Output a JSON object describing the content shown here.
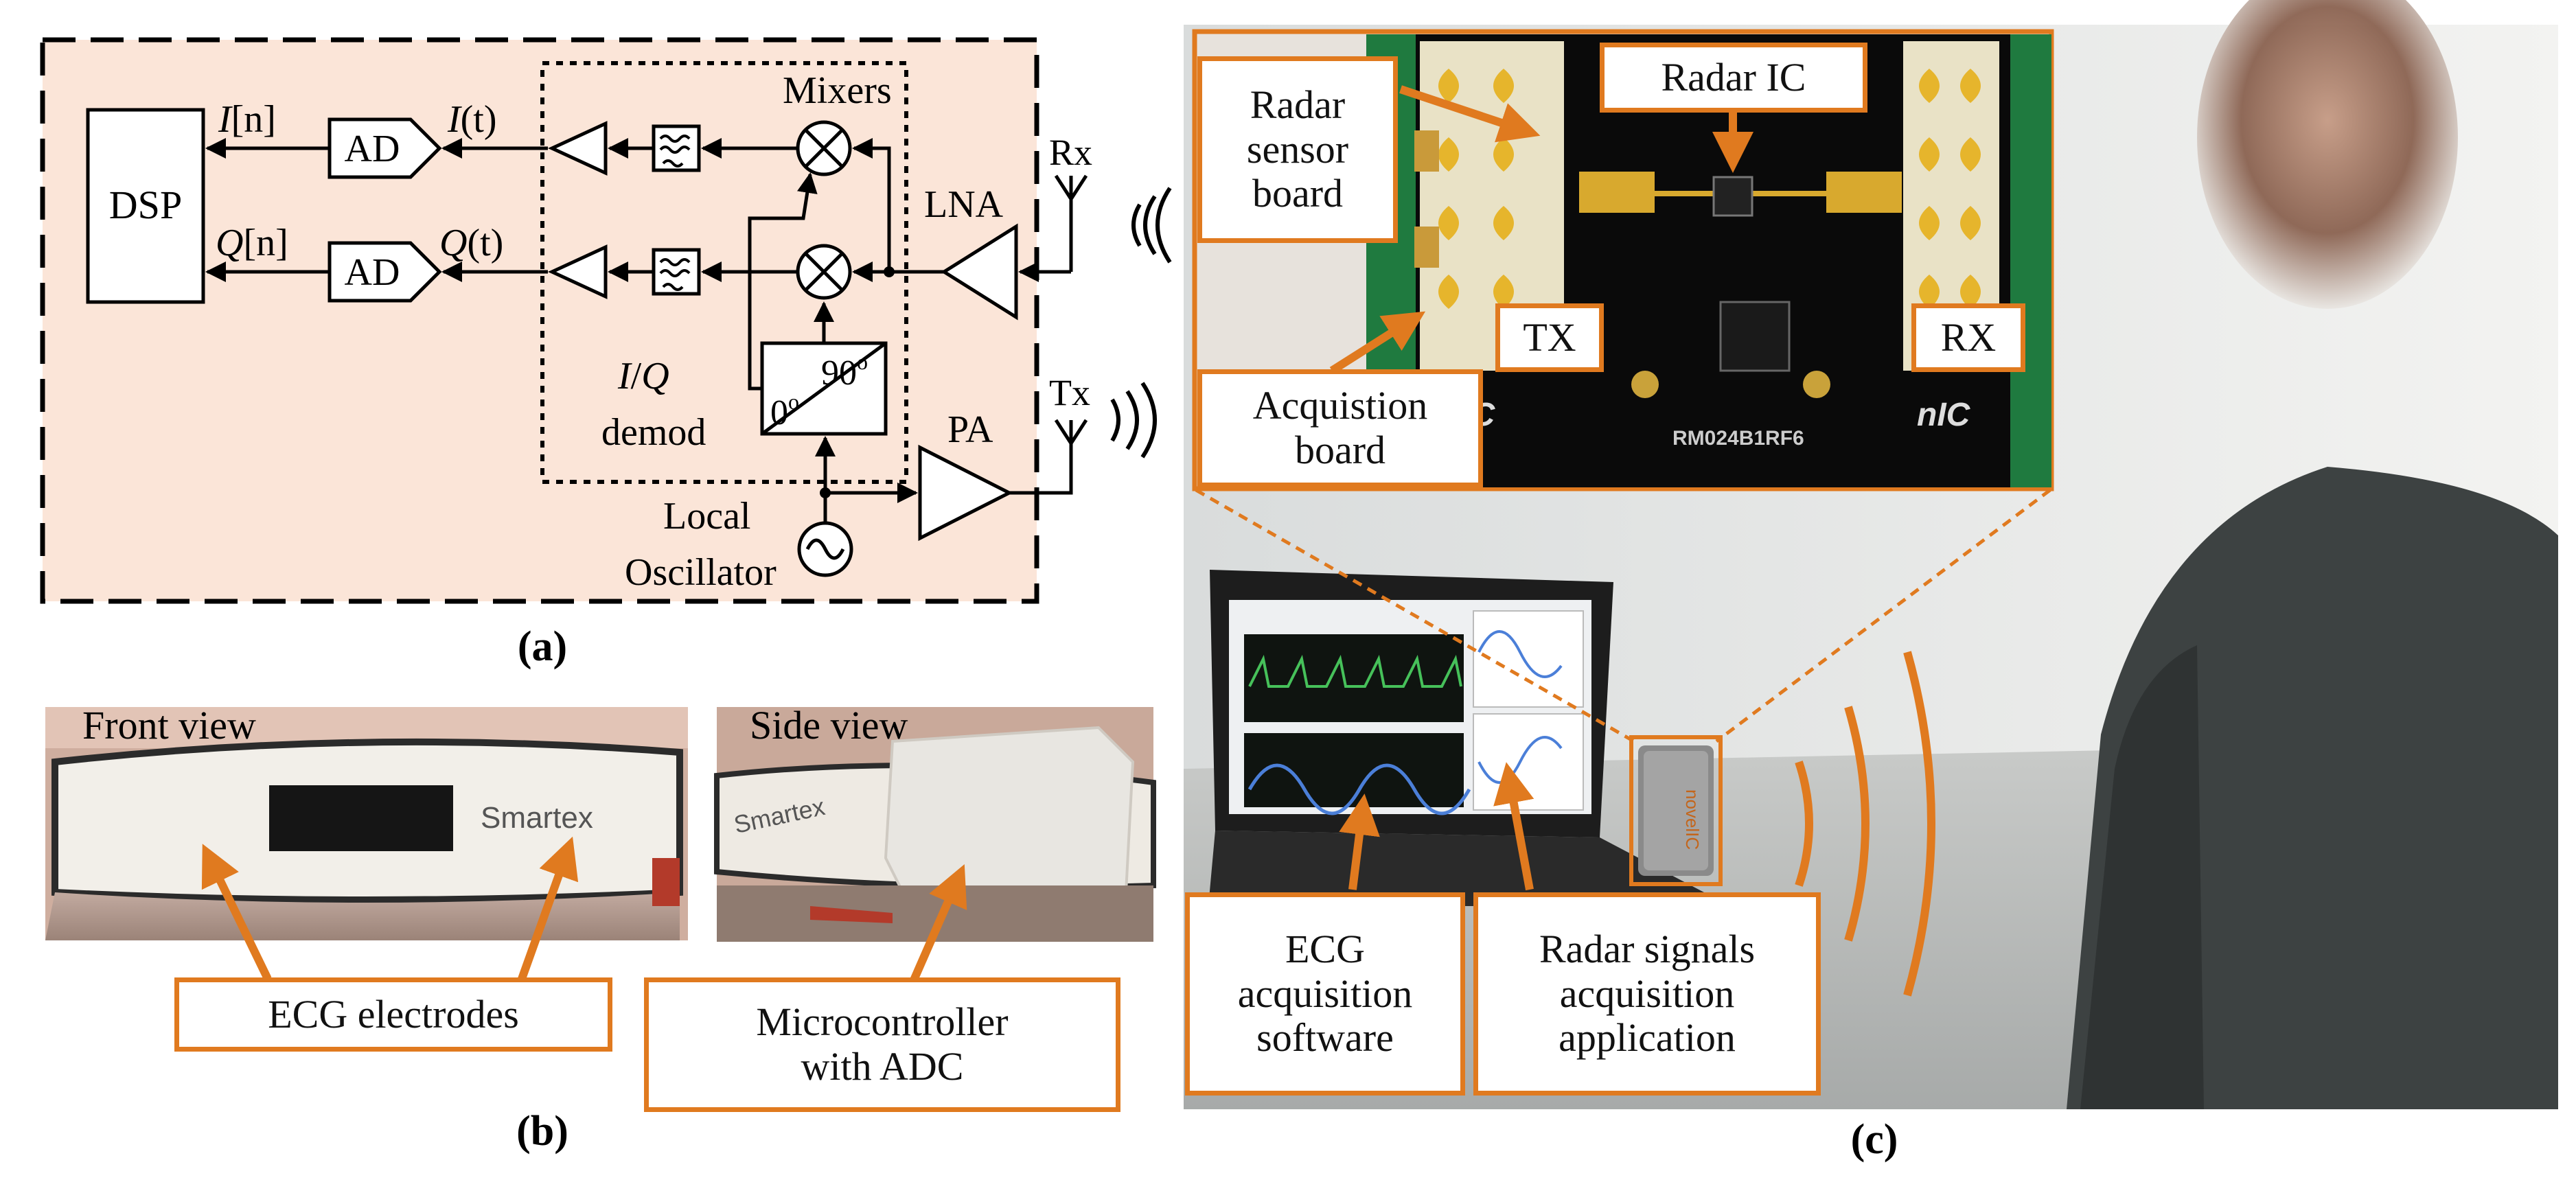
{
  "colors": {
    "accent": "#e07a1f",
    "block_bg": "#fbe5d8",
    "line": "#000000"
  },
  "panel_a": {
    "letter": "(a)",
    "blocks": {
      "dsp": "DSP",
      "ad_top": "AD",
      "ad_bottom": "AD",
      "mixers": "Mixers",
      "lna": "LNA",
      "pa": "PA",
      "rx": "Rx",
      "tx": "Tx",
      "iq_i": "I",
      "iq_slash": "/",
      "iq_q": "Q",
      "demod": "demod",
      "phase_90": "90",
      "phase_0": "0",
      "degree": "o",
      "local": "Local",
      "oscillator": "Oscillator"
    },
    "signals": {
      "in_sym": "I",
      "in_arg": "[n]",
      "it_sym": "I",
      "it_arg": "(t)",
      "qn_sym": "Q",
      "qn_arg": "[n]",
      "qt_sym": "Q",
      "qt_arg": "(t)"
    }
  },
  "panel_b": {
    "letter": "(b)",
    "front_view": "Front view",
    "side_view": "Side view",
    "ecg_electrodes": "ECG electrodes",
    "microcontroller": "Microcontroller\nwith ADC",
    "brand": "Smartex"
  },
  "panel_c": {
    "letter": "(c)",
    "radar_sensor_board": "Radar\nsensor\nboard",
    "radar_ic": "Radar IC",
    "tx": "TX",
    "rx": "RX",
    "acquisition_board": "Acquistion\nboard",
    "ecg_software": "ECG\nacquisition\nsoftware",
    "radar_app": "Radar signals\nacquisition\napplication",
    "chip_mark": "RM024B1RF6",
    "logo": "nIC",
    "device_brand": "novelIC"
  }
}
